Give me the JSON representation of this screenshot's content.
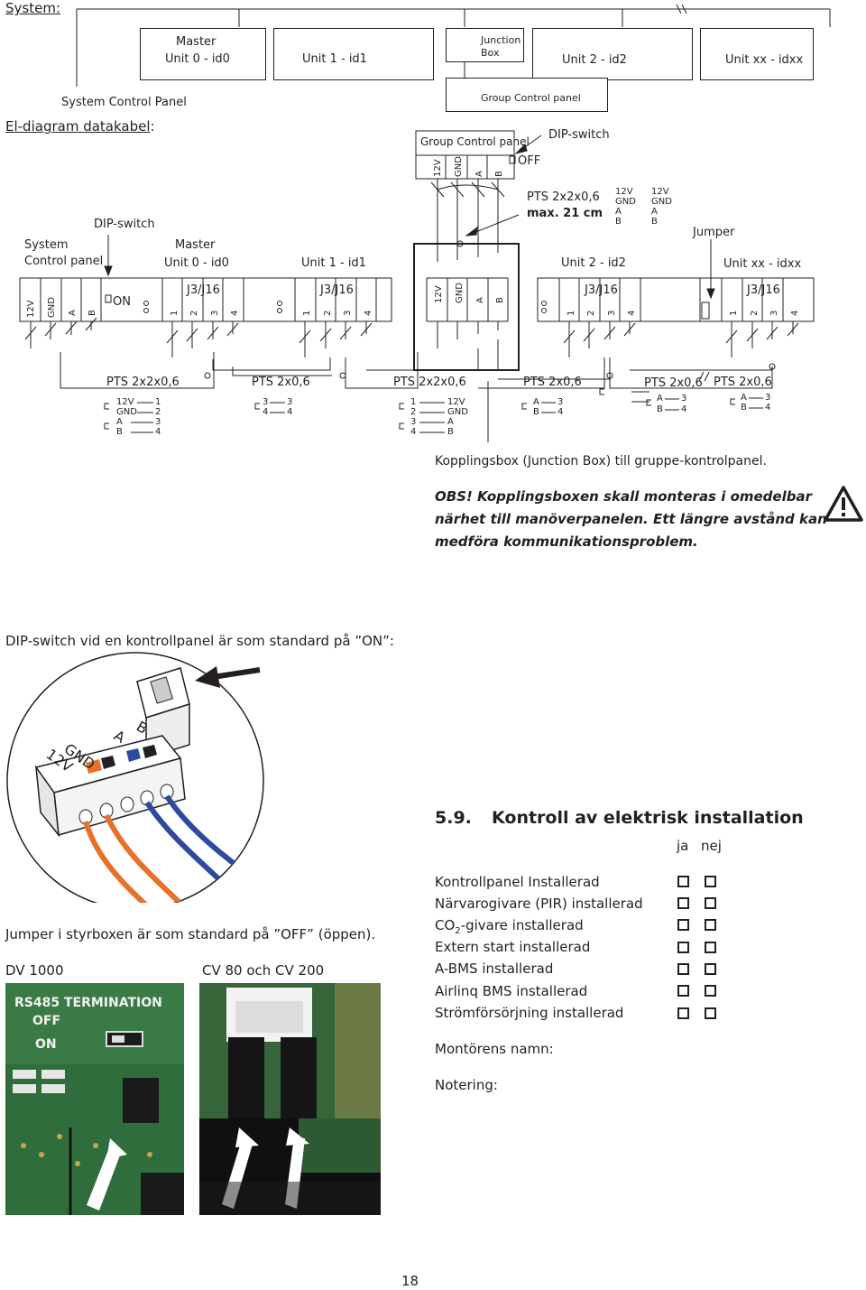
{
  "system": {
    "heading": "System:",
    "master": "Master",
    "unit0": "Unit 0 - id0",
    "unit1": "Unit 1 - id1",
    "junction_box_1": "Junction",
    "junction_box_2": "Box",
    "unit2": "Unit 2 - id2",
    "unitxx": "Unit xx - idxx",
    "system_control_panel": "System Control Panel",
    "group_control_panel": "Group Control panel"
  },
  "eldiagram": {
    "heading": "El-diagram datakabel",
    "colon": ":",
    "group_control_panel": "Group Control panel",
    "dip_switch": "DIP-switch",
    "off": "OFF",
    "on": "ON",
    "pts_2x2": "PTS 2x2x0,6",
    "max": "max. 21 cm",
    "system_cp_1": "System",
    "system_cp_2": "Control panel",
    "master": "Master",
    "unit0": "Unit 0 - id0",
    "unit1": "Unit 1 - id1",
    "unit2": "Unit 2 - id2",
    "unitxx": "Unit xx - idxx",
    "jumper": "Jumper",
    "j3j16": "J3/J16",
    "pts_2x2x06": "PTS 2x2x0,6",
    "pts_2x06": "PTS 2x0,6",
    "term_12v": "12V",
    "term_gnd": "GND",
    "term_a": "A",
    "term_b": "B",
    "n1": "1",
    "n2": "2",
    "n3": "3",
    "n4": "4"
  },
  "junction_note": "Kopplingsbox (Junction Box) till gruppe-kontrolpanel.",
  "warning": {
    "line1": "OBS! Kopplingsboxen skall monteras i omedelbar",
    "line2": "närhet till manöverpanelen. Ett längre avstånd kan",
    "line3": "medföra kommunikationsproblem."
  },
  "dip_standard": "DIP-switch vid en kontrollpanel är som standard på ”ON”:",
  "connector_labels": {
    "gnd": "GND",
    "v12": "12V",
    "a": "A",
    "b": "B"
  },
  "jumper_standard": "Jumper i styrboxen är som standard på ”OFF” (öppen).",
  "photos": {
    "dv1000": "DV 1000",
    "cv": "CV 80 och CV 200",
    "pcb_rs485": "RS485 TERMINATION",
    "pcb_off": "OFF",
    "pcb_on": "ON"
  },
  "section": {
    "number": "5.9.",
    "title": "Kontroll av elektrisk installation",
    "col_ja": "ja",
    "col_nej": "nej",
    "items": [
      "Kontrollpanel Installerad",
      "Närvarogivare (PIR) installerad",
      "CO",
      "Extern start installerad",
      "A-BMS installerad",
      "Airlinq BMS installerad",
      "Strömförsörjning installerad"
    ],
    "co2_sub": "2",
    "co2_rest": "-givare installerad",
    "installer_name": "Montörens namn:",
    "note": "Notering:"
  },
  "page_number": "18",
  "colors": {
    "text": "#231f20",
    "orange": "#e8702a",
    "blue": "#2e4a9e",
    "pcb_green": "#2e6b3a"
  }
}
